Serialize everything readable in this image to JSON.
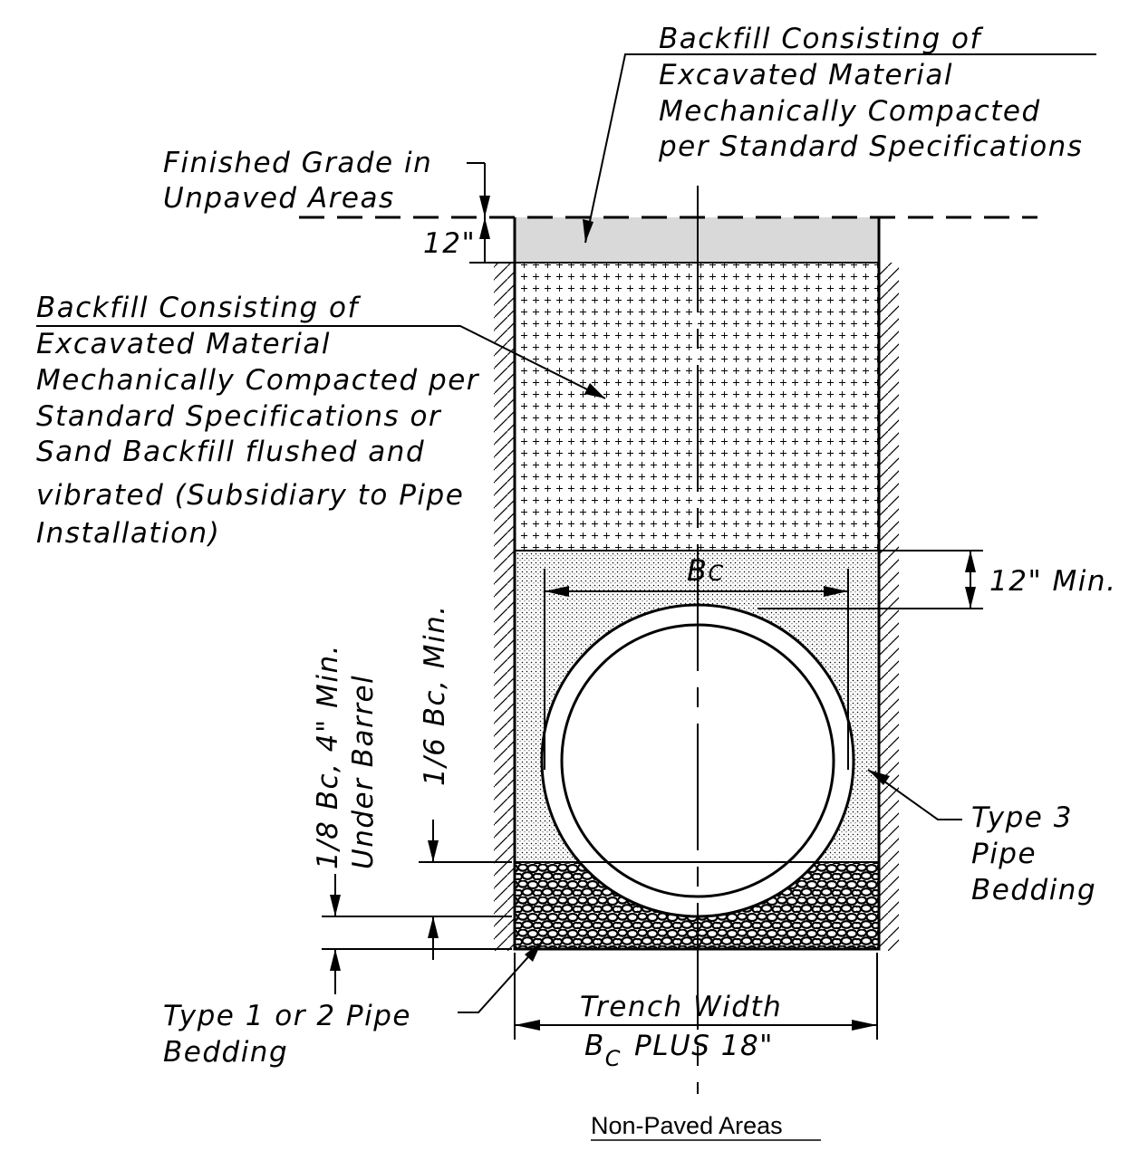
{
  "labels": {
    "backfill_top": [
      "Backfill Consisting of",
      "Excavated Material",
      "Mechanically Compacted",
      "per Standard Specifications"
    ],
    "finished_grade": [
      "Finished Grade in",
      "Unpaved Areas"
    ],
    "dim_12": "12\"",
    "backfill_side": [
      "Backfill Consisting of",
      "Excavated Material",
      "Mechanically Compacted per",
      "Standard Specifications or",
      "Sand Backfill flushed and",
      "vibrated (Subsidiary to Pipe",
      "Installation)"
    ],
    "bc_main": "B",
    "bc_sub": "C",
    "dim_12_min": "12\" Min.",
    "vert_1_8": "1/8 Bc, 4\" Min.",
    "vert_under_barrel": "Under Barrel",
    "vert_1_6": "1/6 Bc, Min.",
    "type3": [
      "Type 3",
      "Pipe",
      "Bedding"
    ],
    "type12": [
      "Type 1 or 2 Pipe",
      "Bedding"
    ],
    "trench_width": "Trench Width",
    "bc_plus_main": "B",
    "bc_plus_sub": "C",
    "bc_plus_rest": "PLUS 18\"",
    "title": "Non-Paved Areas"
  }
}
